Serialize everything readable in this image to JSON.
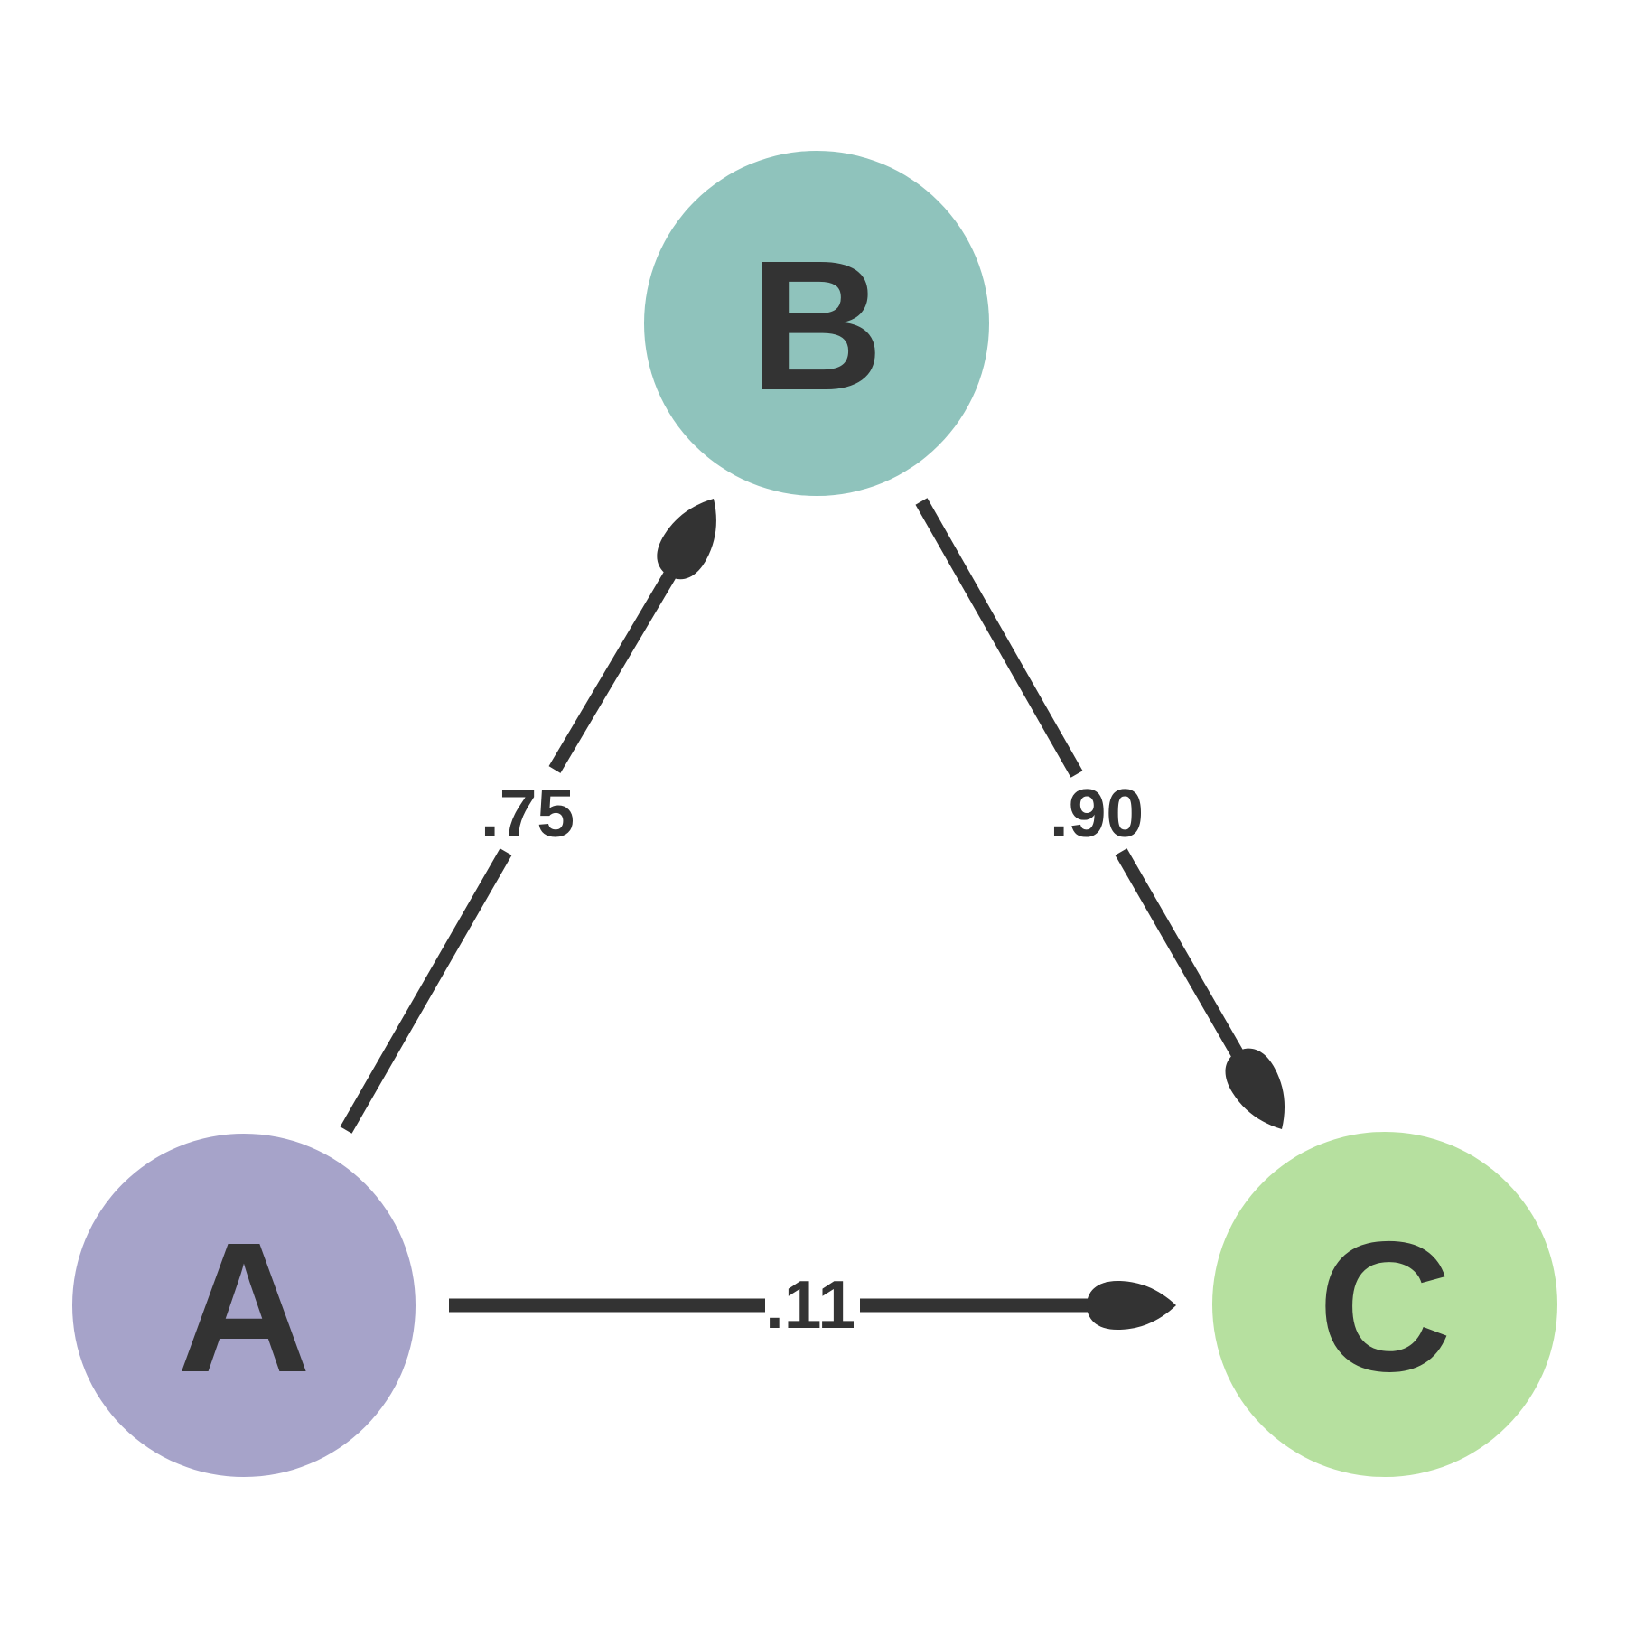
{
  "diagram": {
    "type": "directed-graph",
    "background_color": "#ffffff",
    "edge_color": "#333333",
    "label_color": "#333333",
    "nodes": [
      {
        "id": "A",
        "label": "A",
        "fill": "#a6a3c9"
      },
      {
        "id": "B",
        "label": "B",
        "fill": "#8fc3bc"
      },
      {
        "id": "C",
        "label": "C",
        "fill": "#b6e09f"
      }
    ],
    "edges": [
      {
        "from": "A",
        "to": "B",
        "weight": ".75"
      },
      {
        "from": "B",
        "to": "C",
        "weight": ".90"
      },
      {
        "from": "A",
        "to": "C",
        "weight": ".11"
      }
    ]
  }
}
